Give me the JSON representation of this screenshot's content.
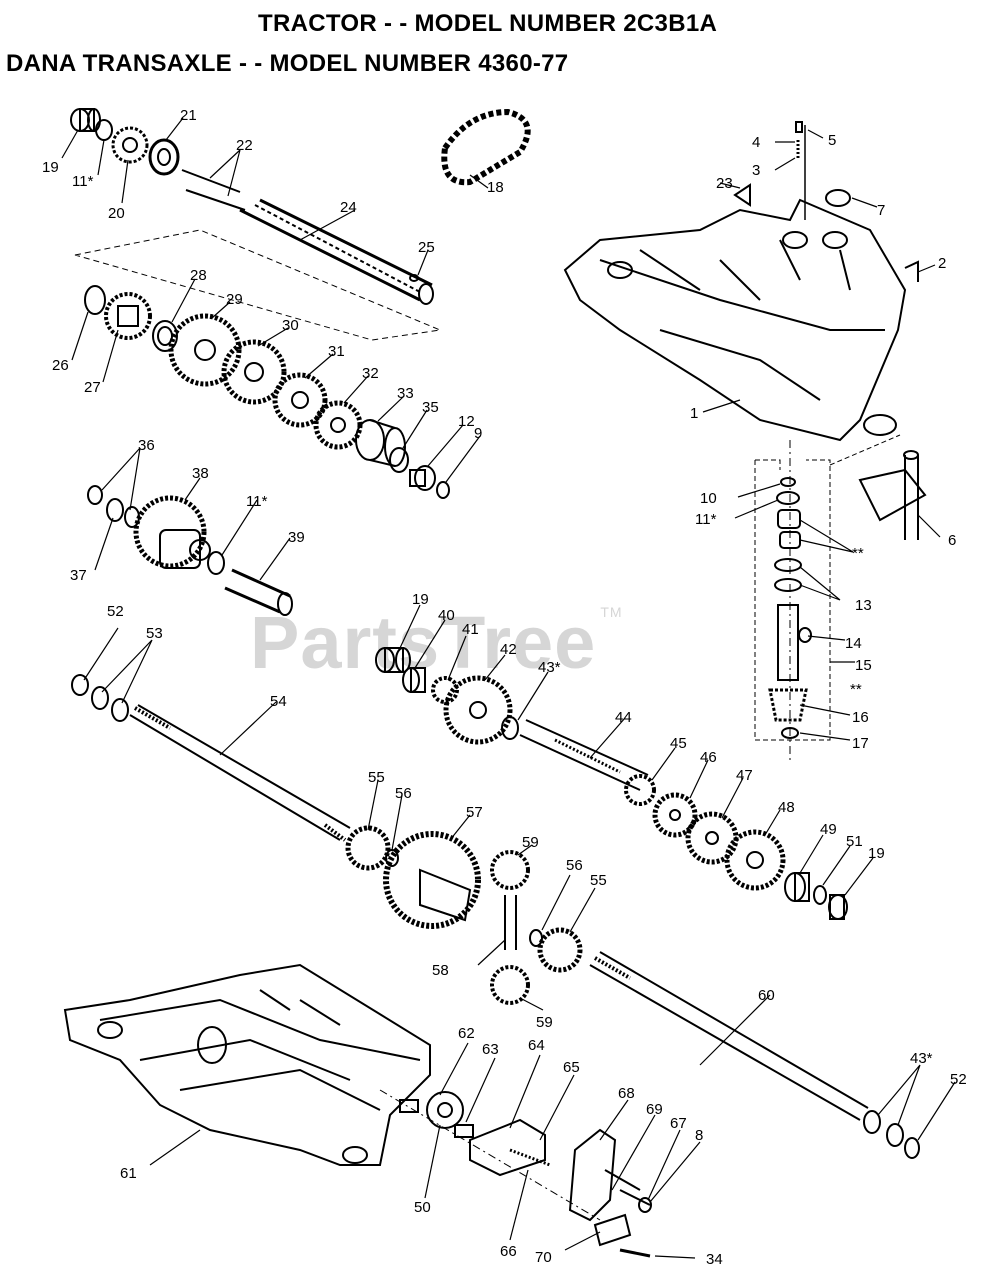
{
  "titles": {
    "line1": "TRACTOR - - MODEL NUMBER 2C3B1A",
    "line2": "DANA TRANSAXLE - - MODEL NUMBER 4360-77"
  },
  "watermark": {
    "text": "PartsTree",
    "mark": "TM"
  },
  "part_labels": [
    "19",
    "11*",
    "20",
    "21",
    "22",
    "24",
    "25",
    "18",
    "4",
    "5",
    "3",
    "23",
    "7",
    "2",
    "26",
    "27",
    "28",
    "29",
    "30",
    "31",
    "32",
    "33",
    "35",
    "12",
    "9",
    "1",
    "36",
    "37",
    "38",
    "11*",
    "39",
    "10",
    "11*",
    "**",
    "13",
    "6",
    "52",
    "53",
    "54",
    "19",
    "40",
    "41",
    "42",
    "43*",
    "44",
    "45",
    "46",
    "47",
    "48",
    "49",
    "51",
    "19",
    "14",
    "15",
    "**",
    "16",
    "17",
    "55",
    "56",
    "57",
    "59",
    "56",
    "55",
    "58",
    "59",
    "60",
    "61",
    "62",
    "63",
    "64",
    "65",
    "68",
    "69",
    "67",
    "8",
    "50",
    "66",
    "70",
    "34",
    "43*",
    "52"
  ]
}
